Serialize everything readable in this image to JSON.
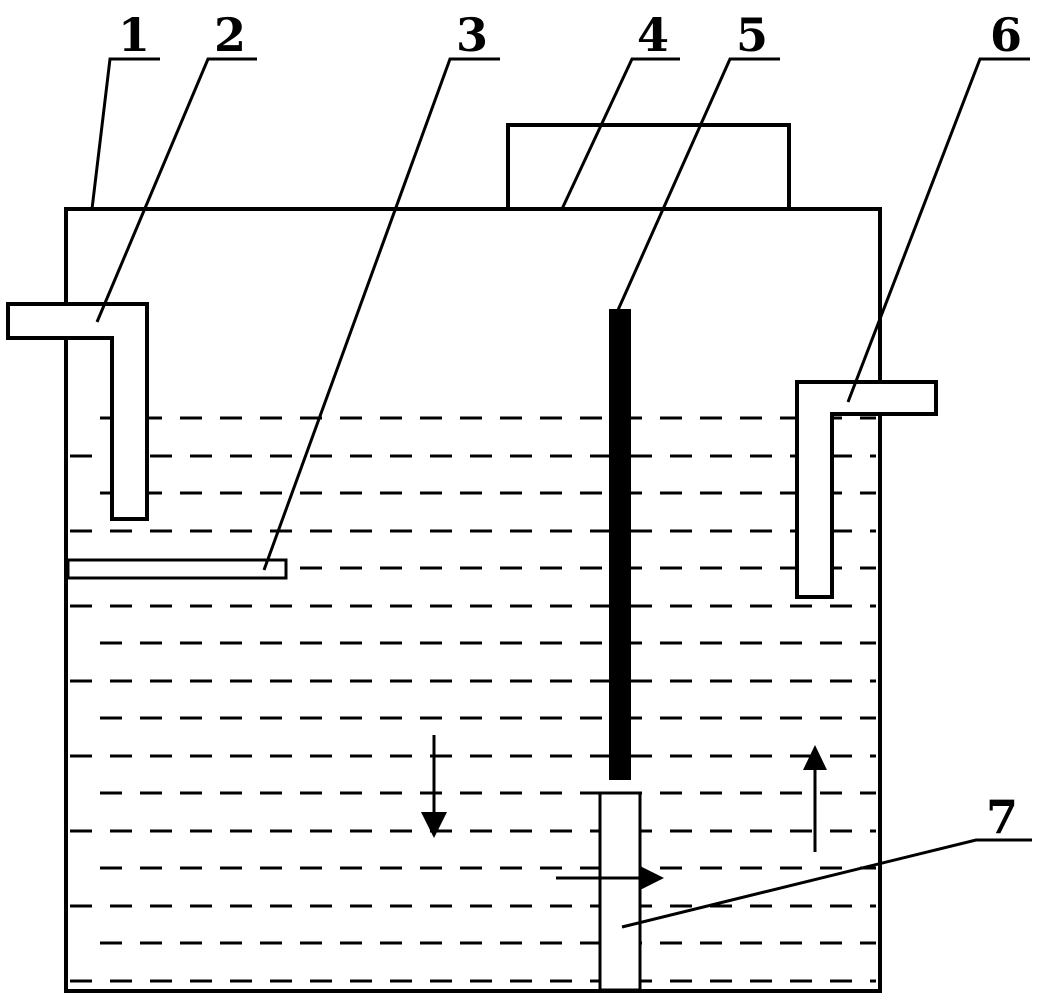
{
  "labels": {
    "l1": "1",
    "l2": "2",
    "l3": "3",
    "l4": "4",
    "l5": "5",
    "l6": "6",
    "l7": "7"
  },
  "colors": {
    "stroke": "#000000",
    "background": "#ffffff"
  }
}
